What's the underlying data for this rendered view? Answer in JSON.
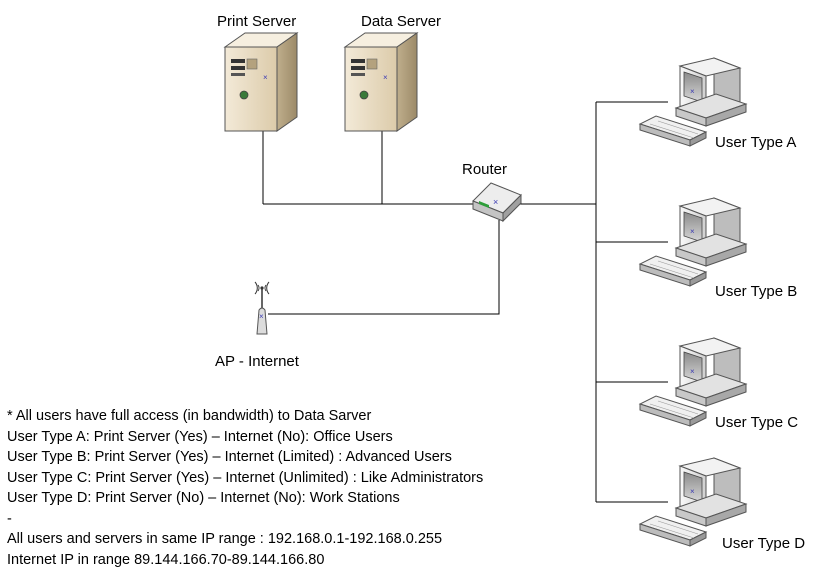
{
  "colors": {
    "line": "#000000",
    "server_body": "#e9dcc4",
    "computer_body": "#ededed",
    "router_led": "#2e9e3a"
  },
  "nodes": {
    "print_server": {
      "label": "Print Server",
      "icon": "server-icon"
    },
    "data_server": {
      "label": "Data Server",
      "icon": "server-icon"
    },
    "router": {
      "label": "Router",
      "icon": "router-icon"
    },
    "ap": {
      "label": "AP - Internet",
      "icon": "wireless-access-point-icon"
    },
    "user_a": {
      "label": "User Type A",
      "icon": "computer-icon"
    },
    "user_b": {
      "label": "User Type B",
      "icon": "computer-icon"
    },
    "user_c": {
      "label": "User Type C",
      "icon": "computer-icon"
    },
    "user_d": {
      "label": "User Type D",
      "icon": "computer-icon"
    }
  },
  "notes": [
    "* All users have full access (in bandwidth) to Data Sarver",
    "User Type A: Print Server (Yes) – Internet (No): Office Users",
    "User Type B: Print Server (Yes) – Internet (Limited) : Advanced Users",
    "User Type C: Print Server (Yes) – Internet (Unlimited) : Like Administrators",
    "User Type D: Print Server (No) – Internet (No): Work Stations",
    "-",
    "All users and servers in same IP range : 192.168.0.1-192.168.0.255",
    "Internet IP in range 89.144.166.70-89.144.166.80"
  ]
}
